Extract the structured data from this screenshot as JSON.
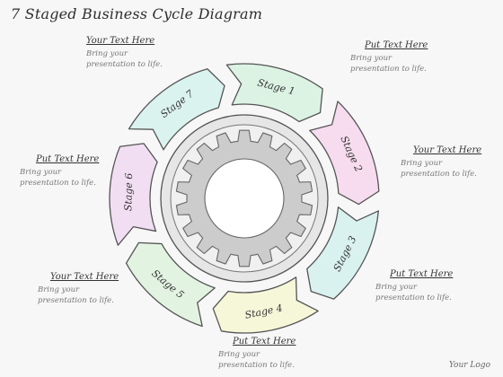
{
  "title": "7 Staged Business Cycle Diagram",
  "stages": [
    {
      "label": "Stage 1",
      "color": "#dcf3e4"
    },
    {
      "label": "Stage 2",
      "color": "#f6dcee"
    },
    {
      "label": "Stage 3",
      "color": "#d9f2ef"
    },
    {
      "label": "Stage 4",
      "color": "#f5f7d8"
    },
    {
      "label": "Stage 5",
      "color": "#e2f3e1"
    },
    {
      "label": "Stage 6",
      "color": "#f2def2"
    },
    {
      "label": "Stage 7",
      "color": "#dbf3ef"
    }
  ],
  "callouts": [
    {
      "heading": "Your Text Here",
      "body": "Bring your presentation to life."
    },
    {
      "heading": "Put Text Here",
      "body": "Bring your presentation to life."
    },
    {
      "heading": "Your Text Here",
      "body": "Bring your presentation to life."
    },
    {
      "heading": "Put Text Here",
      "body": "Bring your presentation to life."
    },
    {
      "heading": "Put Text Here",
      "body": "Bring your presentation to life."
    },
    {
      "heading": "Your Text Here",
      "body": "Bring your presentation to life."
    },
    {
      "heading": "Put Text Here",
      "body": "Bring your presentation to life."
    }
  ],
  "logo": "Your Logo",
  "colors": {
    "ring_outline": "#555555",
    "gear": "#cccccc",
    "gear_ring": "#e6e6e6"
  }
}
